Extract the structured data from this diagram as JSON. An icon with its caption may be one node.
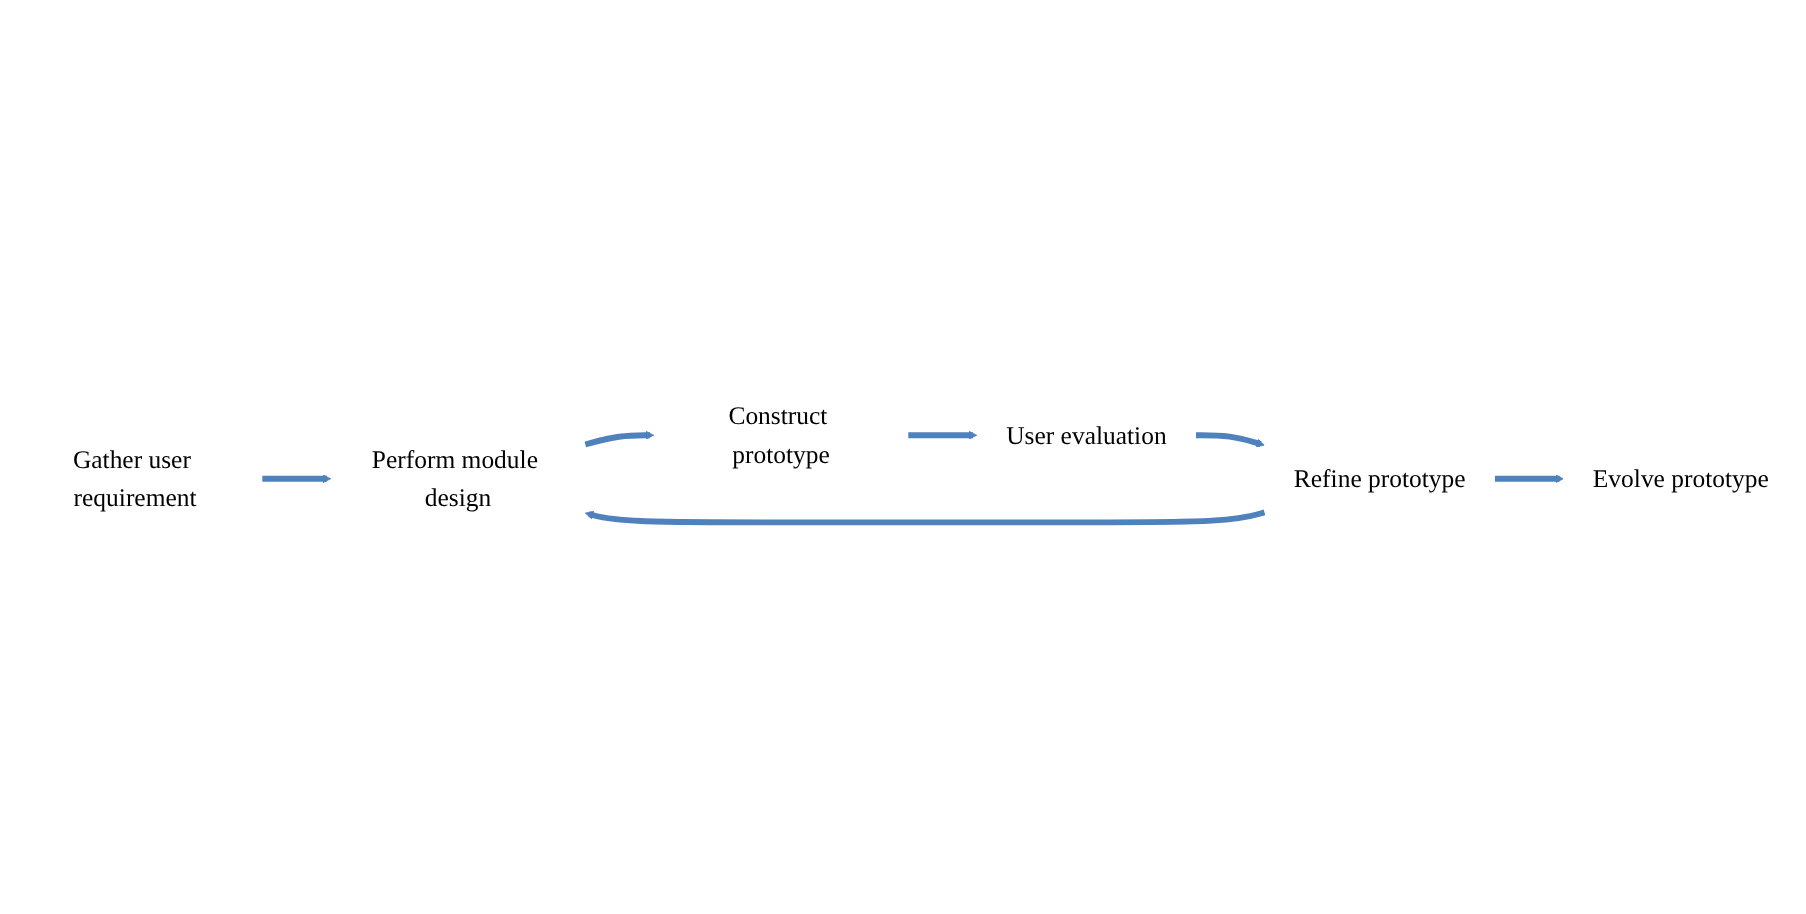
{
  "diagram": {
    "nodes": [
      {
        "text": [
          "Gather user requirement"
        ]
      },
      {
        "text": [
          "Perform module design"
        ]
      },
      {
        "text": [
          "Construct prototype"
        ]
      },
      {
        "text": [
          "User evaluation"
        ]
      },
      {
        "text": [
          "Refine prototype"
        ]
      },
      {
        "text": [
          "Evolve prototype"
        ]
      }
    ],
    "edges": [
      {
        "from": 0,
        "to": 1,
        "arrow": "to"
      },
      {
        "from": 1,
        "to": 2,
        "arrow": "to"
      },
      {
        "from": 2,
        "to": 3,
        "arrow": "to"
      },
      {
        "from": 3,
        "to": 4,
        "arrow": "to"
      },
      {
        "from": 4,
        "to": 1,
        "arrow": "to"
      },
      {
        "from": 4,
        "to": 5,
        "arrow": "to"
      }
    ]
  }
}
